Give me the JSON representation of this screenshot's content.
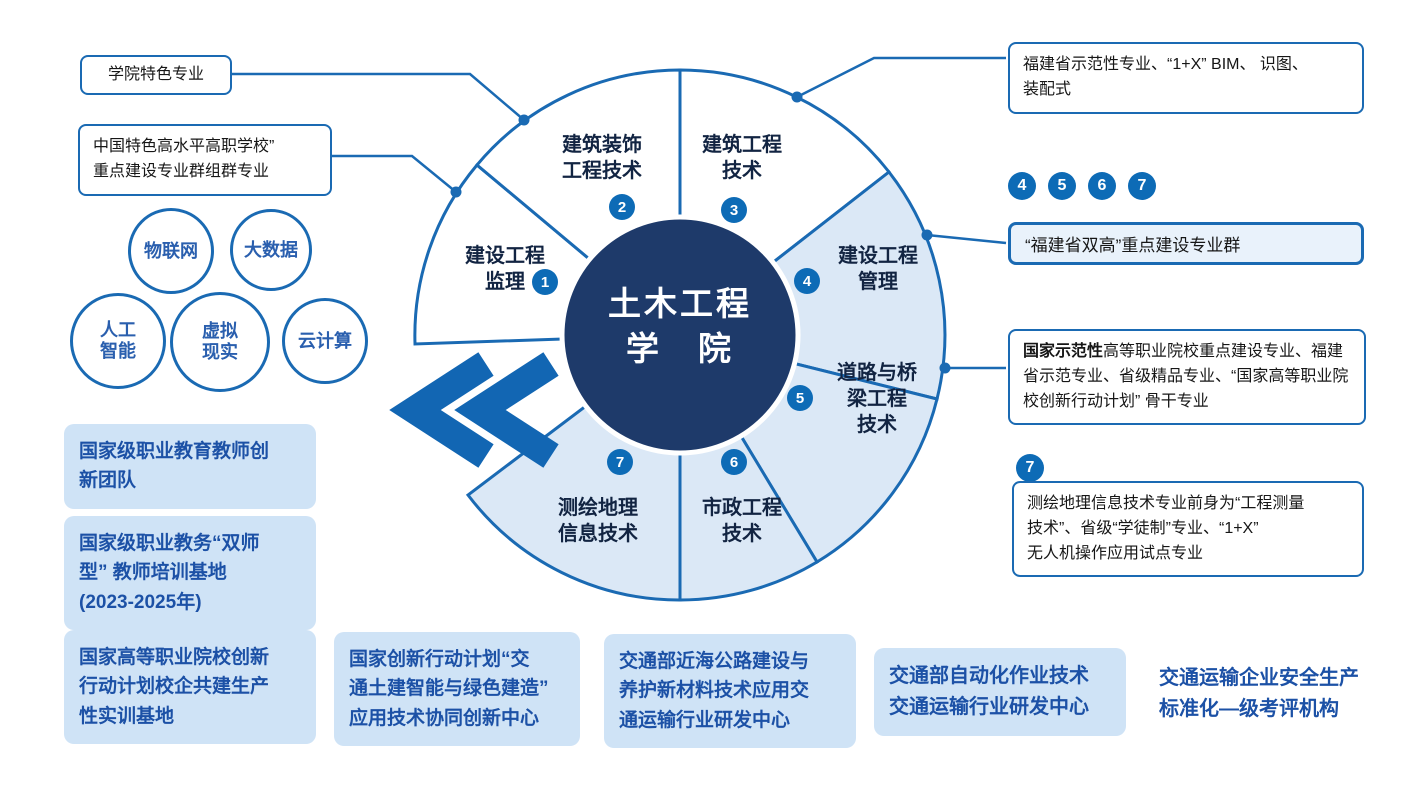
{
  "colors": {
    "accent_blue": "#1a6ab3",
    "badge_blue": "#0d6bb6",
    "navy_center": "#1e3a6a",
    "sector_light_fill": "#dbe8f6",
    "soft_box_fill": "#cfe3f6",
    "blue_text": "#1c51a6"
  },
  "center": {
    "title": "土木工程\n学　院"
  },
  "sectors": [
    {
      "num": "1",
      "label": "建设工程\n监理"
    },
    {
      "num": "2",
      "label": "建筑装饰\n工程技术"
    },
    {
      "num": "3",
      "label": "建筑工程\n技术"
    },
    {
      "num": "4",
      "label": "建设工程\n管理"
    },
    {
      "num": "5",
      "label": "道路与桥\n梁工程\n技术"
    },
    {
      "num": "6",
      "label": "市政工程\n技术"
    },
    {
      "num": "7",
      "label": "测绘地理\n信息技术"
    }
  ],
  "callouts": {
    "special": "学院特色专业",
    "china_class": "中国特色高水平高职学校”\n重点建设专业群组群专业",
    "fujian_demo": "福建省示范性专业、“1+X” BIM、 识图、\n装配式",
    "shuanggao_badges": [
      "4",
      "5",
      "6",
      "7"
    ],
    "shuanggao": "“福建省双高”重点建设专业群",
    "national_demo_bold": "国家示范性",
    "national_demo_rest": "高等职业院校重点建设专业、福建省示范专业、省级精品专业、“国家高等职业院校创新行动计划” 骨干专业",
    "surveying_badge": "7",
    "surveying": "测绘地理信息技术专业前身为“工程测量\n技术”、省级“学徒制”专业、“1+X”\n无人机操作应用试点专业"
  },
  "tech_circles": [
    "物联网",
    "大数据",
    "人工\n智能",
    "虚拟\n现实",
    "云计算"
  ],
  "left_boxes": [
    "国家级职业教育教师创\n新团队",
    "国家级职业教务“双师\n型” 教师培训基地\n(2023-2025年)"
  ],
  "bottom_boxes": [
    "国家高等职业院校创新\n行动计划校企共建生产\n性实训基地",
    "国家创新行动计划“交\n通土建智能与绿色建造”\n应用技术协同创新中心",
    "交通部近海公路建设与\n养护新材料技术应用交\n通运输行业研发中心",
    "交通部自动化作业技术\n交通运输行业研发中心",
    "交通运输企业安全生产\n标准化—级考评机构"
  ]
}
